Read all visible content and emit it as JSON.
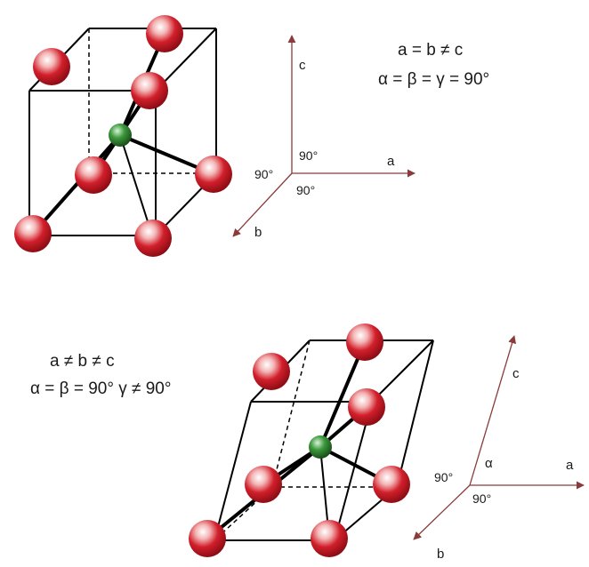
{
  "tetragonal": {
    "relation_lengths": "a = b ≠ c",
    "relation_angles": "α = β = γ = 90°",
    "axes": {
      "a": "a",
      "b": "b",
      "c": "c"
    },
    "angles": {
      "left": "90°",
      "top": "90°",
      "bottom": "90°"
    }
  },
  "triclinic": {
    "relation_lengths": "a ≠ b ≠ c",
    "relation_angles": "α = β = 90° γ ≠ 90°",
    "axes": {
      "a": "a",
      "b": "b",
      "c": "c"
    },
    "angles": {
      "left": "90°",
      "greek": "α",
      "bottom": "90°"
    }
  },
  "colors": {
    "atom_red": "#d21f2b",
    "atom_red_highlight": "#ffffff",
    "atom_green": "#2f8a2f",
    "axis_arrow": "#8a3b3b",
    "cell_edge": "#000000"
  }
}
